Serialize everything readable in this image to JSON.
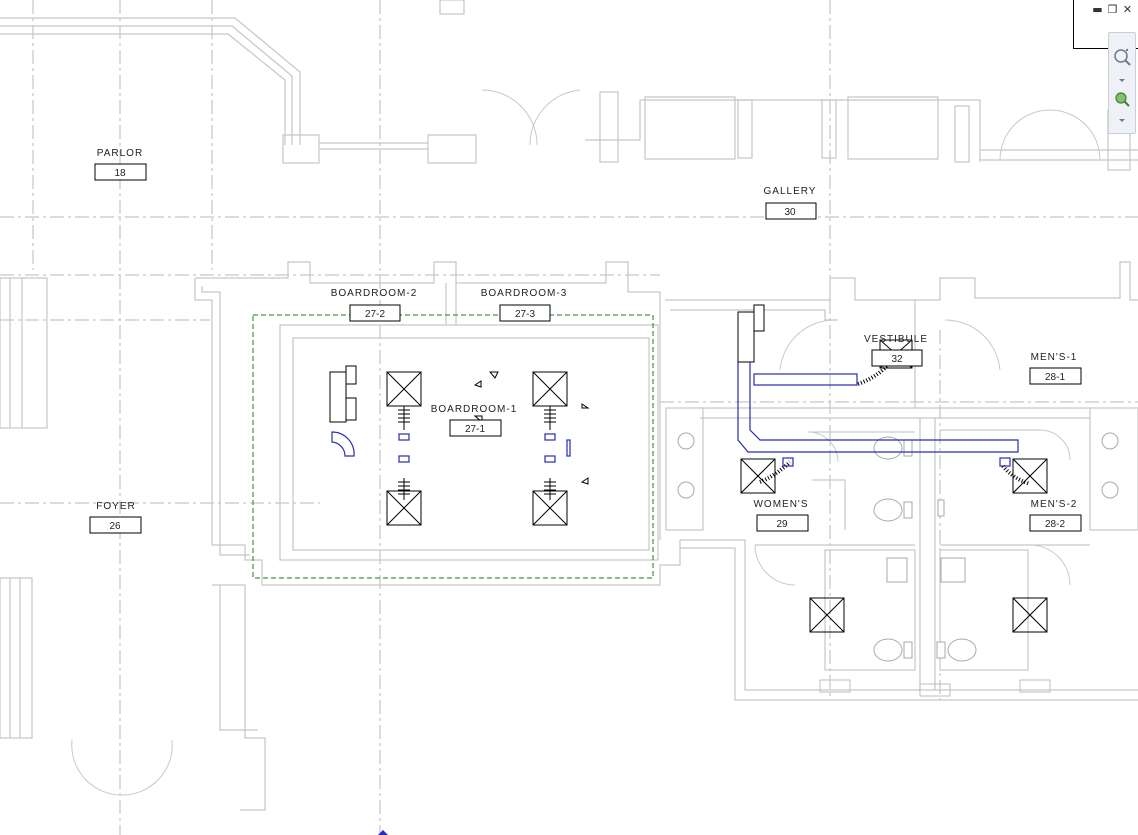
{
  "rooms": [
    {
      "name": "PARLOR",
      "number": "18"
    },
    {
      "name": "GALLERY",
      "number": "30"
    },
    {
      "name": "BOARDROOM-2",
      "number": "27-2"
    },
    {
      "name": "BOARDROOM-3",
      "number": "27-3"
    },
    {
      "name": "BOARDROOM-1",
      "number": "27-1"
    },
    {
      "name": "VESTIBULE",
      "number": "32"
    },
    {
      "name": "MEN'S-1",
      "number": "28-1"
    },
    {
      "name": "FOYER",
      "number": "26"
    },
    {
      "name": "WOMEN'S",
      "number": "29"
    },
    {
      "name": "MEN'S-2",
      "number": "28-2"
    }
  ],
  "window_controls": {
    "minimize": "▬",
    "restore": "❐",
    "close": "✕"
  },
  "icons": {
    "zoom": "zoom-icon",
    "steering_wheel": "steering-wheel-icon",
    "minimize": "minimize-icon",
    "restore": "restore-icon",
    "close": "close-icon"
  },
  "colors": {
    "duct": "#2a2ab5",
    "selection_box": "#1f7a1f",
    "walls": "#c6c6c6",
    "background": "#ffffff"
  }
}
